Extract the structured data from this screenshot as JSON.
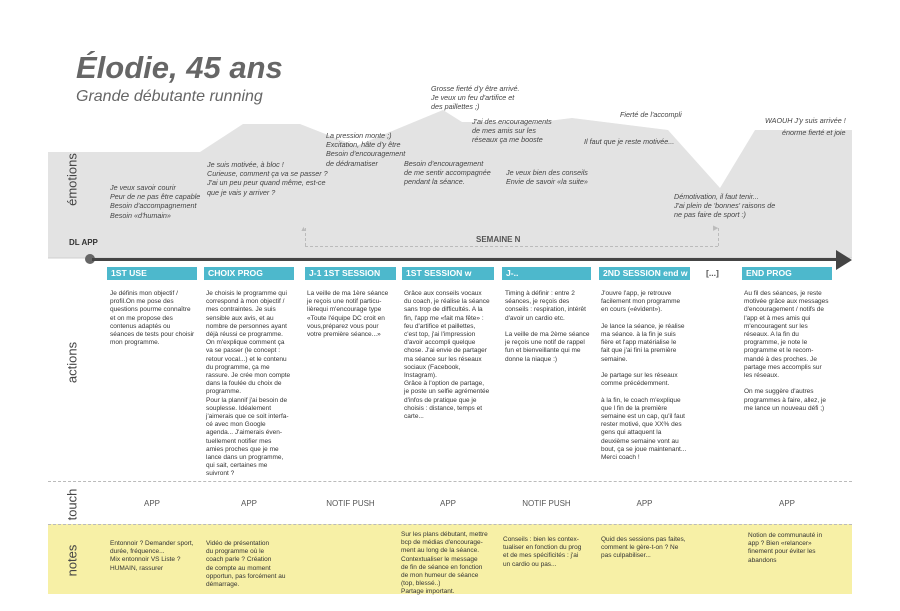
{
  "persona": {
    "name": "Élodie, 45 ans",
    "subtitle": "Grande débutante running"
  },
  "row_labels": {
    "emotions": "émotions",
    "actions": "actions",
    "touch": "touch",
    "notes": "notes"
  },
  "timeline": {
    "start_label": "DL APP",
    "bracket_label": "SEMAINE N"
  },
  "colors": {
    "stage_header": "#4db8cc",
    "emotion_area": "#e3e3e3",
    "timeline": "#444444",
    "notes_band": "#f7f0a6"
  },
  "emotions": [
    "Je veux savoir courir\nPeur de ne pas être capable\nBesoin d'accompagnement\nBesoin «d'humain»",
    "Je suis motivée, à bloc !\nCurieuse, comment ça va se passer ?\nJ'ai un peu peur quand même, est-ce\nque je vais y arriver ?",
    "La pression monte ;)\nExcitation, hâte d'y être\nBesoin d'encouragement\nde dédramatiser",
    "Besoin d'encouragement\nde me sentir accompagnée\npendant la séance.",
    "Grosse fierté d'y être arrivé.\nJe veux un feu d'artifice et\ndes paillettes ;)",
    "J'ai des encouragements\nde mes amis sur les\nréseaux ça me booste",
    "Je veux bien des conseils\nEnvie de savoir «la suite»",
    "Fierté de l'accompli",
    "Il faut que je reste motivée...",
    "Démotivation, il faut tenir...\nJ'ai plein de 'bonnes' raisons de\nne pas faire de sport :)",
    "WAOUH J'y suis arrivée !",
    "énorme fierté et joie"
  ],
  "stages": [
    {
      "label": "1ST USE",
      "action": "Je définis mon objectif /\nprofil.On me pose des\nquestions pourme connaître\net on me propose des\ncontenus adaptés ou\nséances de tests pour choisir\nmon programme.",
      "touch": "APP",
      "note": "Entonnoir ? Demander sport,\ndurée, fréquence...\nMix entonnoir VS Liste ?\nHUMAIN, rassurer"
    },
    {
      "label": "CHOIX PROG",
      "action": "Je choisis le programme qui\ncorrespond à mon objectif /\nmes contraintes. Je suis\nsensible aux avis, et au\nnombre de personnes ayant\ndéjà réussi ce programme.\nOn m'explique comment ça\nva se passer (le concept :\nretour vocal...) et le contenu\ndu programme, ça me\nrassure. Je crée mon compte\ndans la foulée du choix de\nprogramme.\nPour la plannif j'ai besoin de\nsouplesse. Idéalement\nj'aimerais que ce soit interfa-\ncé avec mon Google\nagenda... J'aimerais éven-\ntuellement notifier mes\namies proches que je me\nlance dans un programme,\nqui sait, certaines me\nsuivront ?",
      "touch": "APP",
      "note": "Vidéo de présentation\ndu programme où le\ncoach parle ? Création\nde compte au moment\nopportun, pas forcément au\ndémarrage."
    },
    {
      "label": "J-1 1ST SESSION",
      "action": "La veille de ma 1ère séance\nje reçois une notif particu-\nlièrequi m'encourage type\n«Toute l'équipe DC croit en\nvous,préparez vous pour\nvotre première séance...»",
      "touch": "NOTIF PUSH",
      "note": ""
    },
    {
      "label": "1ST SESSION w",
      "action": "Grâce aux conseils vocaux\ndu coach, je réalise la séance\nsans trop de difficultés. A la\nfin, l'app me «fait ma fête» :\nfeu d'artifice et paillettes,\nc'est top, j'ai l'impression\nd'avoir accompli quelque\nchose. J'ai envie de partager\nma séance sur les réseaux\nsociaux (Facebook,\nInstagram).\nGrâce à l'option de partage,\nje poste un selfie agrémentée\nd'infos de pratique que je\nchoisis : distance, temps et\ncarte...",
      "touch": "APP",
      "note": "Sur les plans débutant, mettre\nbcp de médias d'encourage-\nment au long de la séance.\nContextualiser le message\nde fin de séance en fonction\nde mon humeur de séance\n(top, blessé..)\nPartage important."
    },
    {
      "label": "J-..",
      "action": "Timing à définir : entre 2\nséances, je reçois des\nconseils : respiration, intérêt\nd'avoir un cardio etc.\n\nLa veille de ma 2ème séance\nje reçois une notif de rappel\nfun et bienveillante qui me\ndonne la niaque :)",
      "touch": "NOTIF PUSH",
      "note": "Conseils : bien les contex-\ntualiser en fonction du prog\net de mes spécificités : j'ai\nun cardio ou pas..."
    },
    {
      "label": "2ND SESSION end w",
      "action": "J'ouvre l'app, je retrouve\nfacilement mon programme\nen cours («évident»).\n\nJe lance la séance, je réalise\nma séance. à la fin je suis\nfière et l'app matérialise le\nfait que j'ai fini la première\nsemaine.\n\nJe partage sur les réseaux\ncomme précédemment.\n\nà la fin, le coach m'explique\nque l fin de la première\nsemaine est un cap, qu'il faut\nrester motivé, que XX% des\ngens qui attaquent la\ndeuxième semaine vont au\nbout, ça se joue maintenant...\nMerci coach !",
      "touch": "APP",
      "note": "Quid des sessions pas faites,\ncomment le gère-t-on ? Ne\npas culpabiliser..."
    },
    {
      "label": "[...]",
      "action": "",
      "touch": "",
      "note": ""
    },
    {
      "label": "END PROG",
      "action": "Au fil des séances, je reste\nmotivée grâce aux messages\nd'encouragement / notifs de\nl'app et à mes amis qui\nm'encouragent sur les\nréseaux. A la fin du\nprogramme, je note le\nprogramme et le recom-\nmandé à des proches. Je\npartage mes accomplis sur\nles réseaux.\n\nOn me suggère d'autres\nprogrammes à faire, allez, je\nme lance un nouveau défi ;)",
      "touch": "APP",
      "note": "Notion de communauté in\napp ? Bien «relancer»\nfinement pour éviter les\nabandons"
    }
  ]
}
